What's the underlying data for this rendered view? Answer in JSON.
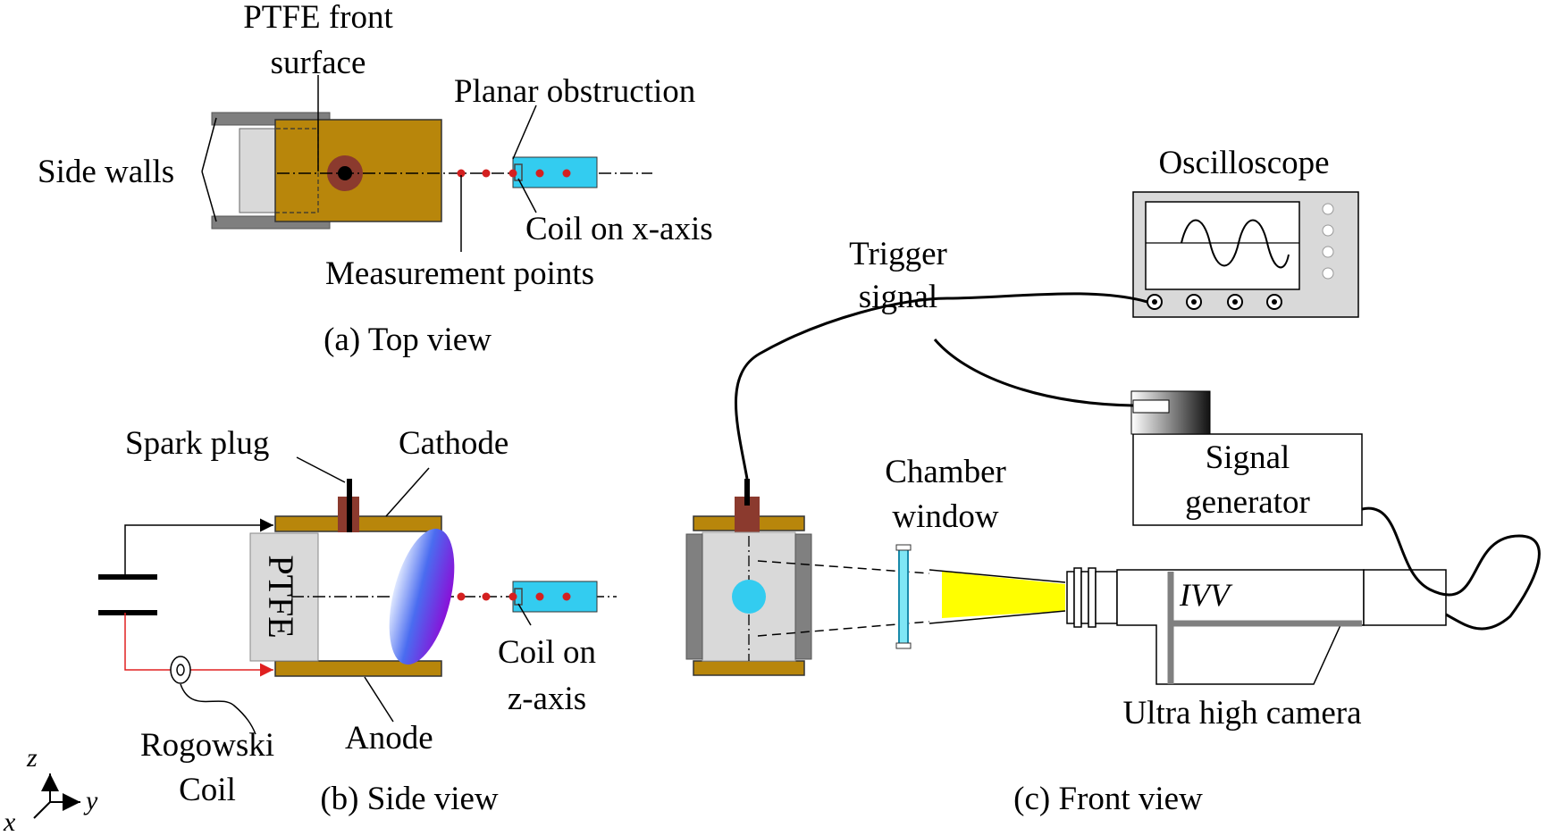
{
  "top_view": {
    "caption": "(a) Top view",
    "labels": {
      "ptfe_front_line1": "PTFE front",
      "ptfe_front_line2": "surface",
      "planar_obstruction": "Planar obstruction",
      "side_walls": "Side walls",
      "coil_x": "Coil on x-axis",
      "measurement_points": "Measurement points"
    }
  },
  "side_view": {
    "caption": "(b) Side view",
    "labels": {
      "spark_plug": "Spark plug",
      "cathode": "Cathode",
      "ptfe": "PTFE",
      "anode": "Anode",
      "coil_z_line1": "Coil on",
      "coil_z_line2": "z-axis",
      "rogowski_line1": "Rogowski",
      "rogowski_line2": "Coil"
    }
  },
  "front_view": {
    "caption": "(c) Front view",
    "labels": {
      "oscilloscope": "Oscilloscope",
      "trigger_line1": "Trigger",
      "trigger_line2": "signal",
      "signal_gen_line1": "Signal",
      "signal_gen_line2": "generator",
      "chamber_line1": "Chamber",
      "chamber_line2": "window",
      "ivv": "IVV",
      "camera": "Ultra high camera"
    }
  },
  "axes": {
    "z": "z",
    "y": "y",
    "x": "x"
  },
  "colors": {
    "electrode_gold": "#b8860b",
    "ptfe_gray": "#d9d9d9",
    "wall_gray": "#808080",
    "spark_brown": "#8b3a2e",
    "coil_cyan": "#33ccf0",
    "point_red": "#d42020",
    "beam_yellow": "#ffff00",
    "rogowski_wire_red": "#e02020"
  }
}
